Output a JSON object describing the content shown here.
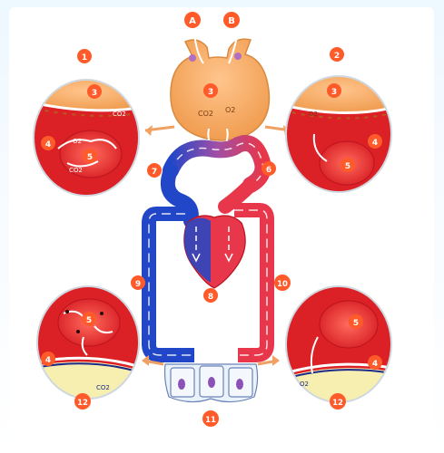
{
  "labels": {
    "A": "A",
    "B": "B",
    "n1": "1",
    "n2": "2",
    "n3": "3",
    "n4": "4",
    "n5": "5",
    "n6": "6",
    "n7": "7",
    "n8": "8",
    "n9": "9",
    "n10": "10",
    "n11": "11",
    "n12": "12"
  },
  "gases": {
    "o2": "O2",
    "co2": "CO2"
  },
  "colors": {
    "oxygenated": "#e8374a",
    "deoxygenated": "#2146c8",
    "marker": "#ff5a2a",
    "lung": "#f5a25f",
    "tissue": "#f7efb0"
  }
}
